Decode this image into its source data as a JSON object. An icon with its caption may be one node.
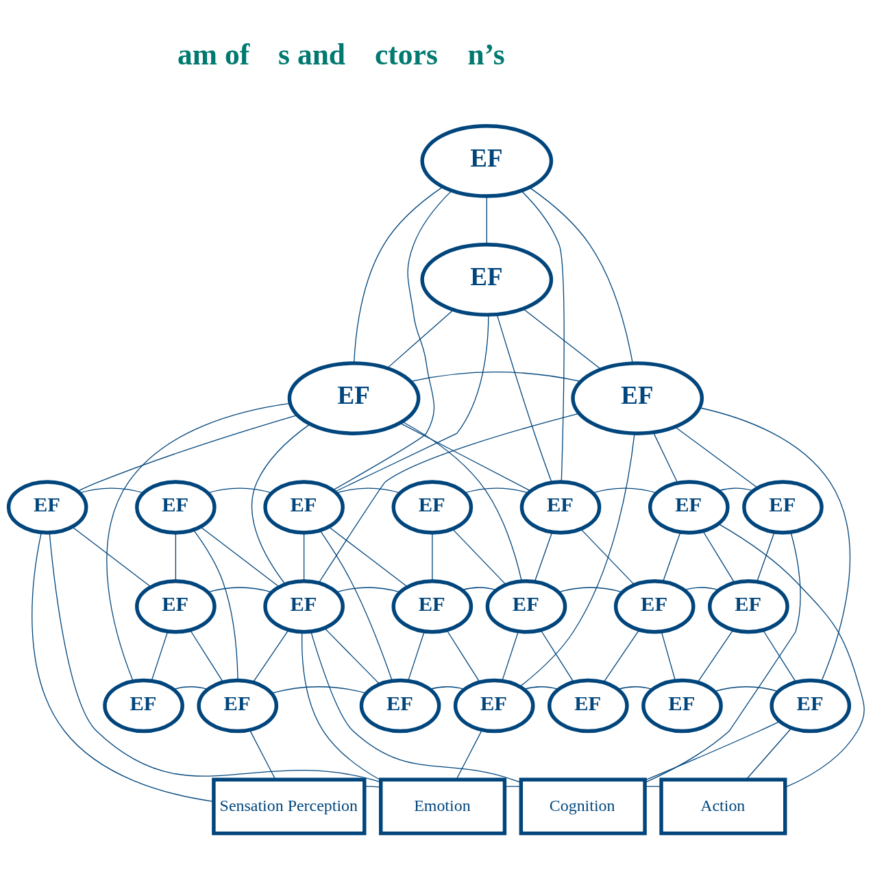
{
  "diagram": {
    "nodes": [
      {
        "text": [
          "EF"
        ]
      },
      {
        "text": [
          "EF"
        ]
      },
      {
        "text": [
          "EF"
        ]
      },
      {
        "text": [
          "EF"
        ]
      },
      {
        "text": [
          "EF"
        ]
      },
      {
        "text": [
          "EF"
        ]
      },
      {
        "text": [
          "EF"
        ]
      },
      {
        "text": [
          "EF"
        ]
      },
      {
        "text": [
          "EF"
        ]
      },
      {
        "text": [
          "EF"
        ]
      },
      {
        "text": [
          "EF"
        ]
      },
      {
        "text": [
          "EF"
        ]
      },
      {
        "text": [
          "EF"
        ]
      },
      {
        "text": [
          "EF"
        ]
      },
      {
        "text": [
          "EF"
        ]
      },
      {
        "text": [
          "EF"
        ]
      },
      {
        "text": [
          "EF"
        ]
      },
      {
        "text": [
          "EF"
        ]
      },
      {
        "text": [
          "EF"
        ]
      },
      {
        "text": [
          "EF"
        ]
      },
      {
        "text": [
          "EF"
        ]
      },
      {
        "text": [
          "EF"
        ]
      },
      {
        "text": [
          "EF"
        ]
      },
      {
        "text": [
          "EF"
        ]
      },
      {
        "text": [
          "Sensation Perception"
        ]
      },
      {
        "text": [
          "Emotion"
        ]
      },
      {
        "text": [
          "Cognition"
        ]
      },
      {
        "text": [
          "Action"
        ]
      }
    ],
    "edges": [
      {
        "from": 0,
        "to": 1,
        "arrow": "none"
      },
      {
        "from": 0,
        "to": 2,
        "arrow": "none"
      },
      {
        "from": 0,
        "to": 3,
        "arrow": "none"
      },
      {
        "from": 0,
        "to": 6,
        "arrow": "none"
      },
      {
        "from": 0,
        "to": 8,
        "arrow": "none"
      },
      {
        "from": 1,
        "to": 2,
        "arrow": "none"
      },
      {
        "from": 1,
        "to": 3,
        "arrow": "none"
      },
      {
        "from": 1,
        "to": 6,
        "arrow": "none"
      },
      {
        "from": 1,
        "to": 8,
        "arrow": "none"
      },
      {
        "from": 2,
        "to": 3,
        "arrow": "none"
      },
      {
        "from": 2,
        "to": 4,
        "arrow": "none"
      },
      {
        "from": 2,
        "to": 17,
        "arrow": "none"
      },
      {
        "from": 2,
        "to": 12,
        "arrow": "none"
      },
      {
        "from": 2,
        "to": 14,
        "arrow": "none"
      },
      {
        "from": 2,
        "to": 8,
        "arrow": "none"
      },
      {
        "from": 3,
        "to": 12,
        "arrow": "none"
      },
      {
        "from": 3,
        "to": 20,
        "arrow": "none"
      },
      {
        "from": 3,
        "to": 9,
        "arrow": "none"
      },
      {
        "from": 3,
        "to": 23,
        "arrow": "none"
      },
      {
        "from": 3,
        "to": 10,
        "arrow": "none"
      },
      {
        "from": 4,
        "to": 5,
        "arrow": "none"
      },
      {
        "from": 5,
        "to": 6,
        "arrow": "none"
      },
      {
        "from": 6,
        "to": 7,
        "arrow": "none"
      },
      {
        "from": 7,
        "to": 8,
        "arrow": "none"
      },
      {
        "from": 8,
        "to": 9,
        "arrow": "none"
      },
      {
        "from": 9,
        "to": 10,
        "arrow": "none"
      },
      {
        "from": 11,
        "to": 12,
        "arrow": "none"
      },
      {
        "from": 12,
        "to": 13,
        "arrow": "none"
      },
      {
        "from": 13,
        "to": 14,
        "arrow": "none"
      },
      {
        "from": 14,
        "to": 15,
        "arrow": "none"
      },
      {
        "from": 15,
        "to": 16,
        "arrow": "none"
      },
      {
        "from": 17,
        "to": 18,
        "arrow": "none"
      },
      {
        "from": 18,
        "to": 19,
        "arrow": "none"
      },
      {
        "from": 19,
        "to": 20,
        "arrow": "none"
      },
      {
        "from": 20,
        "to": 21,
        "arrow": "none"
      },
      {
        "from": 21,
        "to": 22,
        "arrow": "none"
      },
      {
        "from": 22,
        "to": 23,
        "arrow": "none"
      },
      {
        "from": 24,
        "to": 25,
        "arrow": "none"
      },
      {
        "from": 25,
        "to": 26,
        "arrow": "none"
      },
      {
        "from": 26,
        "to": 27,
        "arrow": "none"
      },
      {
        "from": 4,
        "to": 24,
        "arrow": "none"
      },
      {
        "from": 4,
        "to": 25,
        "arrow": "none"
      },
      {
        "from": 4,
        "to": 11,
        "arrow": "none"
      },
      {
        "from": 5,
        "to": 11,
        "arrow": "none"
      },
      {
        "from": 5,
        "to": 18,
        "arrow": "none"
      },
      {
        "from": 5,
        "to": 12,
        "arrow": "none"
      },
      {
        "from": 6,
        "to": 12,
        "arrow": "none"
      },
      {
        "from": 6,
        "to": 19,
        "arrow": "none"
      },
      {
        "from": 6,
        "to": 13,
        "arrow": "none"
      },
      {
        "from": 7,
        "to": 13,
        "arrow": "none"
      },
      {
        "from": 7,
        "to": 14,
        "arrow": "none"
      },
      {
        "from": 8,
        "to": 14,
        "arrow": "none"
      },
      {
        "from": 8,
        "to": 15,
        "arrow": "none"
      },
      {
        "from": 9,
        "to": 15,
        "arrow": "none"
      },
      {
        "from": 9,
        "to": 16,
        "arrow": "none"
      },
      {
        "from": 9,
        "to": 27,
        "arrow": "none"
      },
      {
        "from": 10,
        "to": 16,
        "arrow": "none"
      },
      {
        "from": 10,
        "to": 26,
        "arrow": "none"
      },
      {
        "from": 11,
        "to": 17,
        "arrow": "none"
      },
      {
        "from": 11,
        "to": 18,
        "arrow": "none"
      },
      {
        "from": 12,
        "to": 18,
        "arrow": "none"
      },
      {
        "from": 12,
        "to": 25,
        "arrow": "none"
      },
      {
        "from": 12,
        "to": 26,
        "arrow": "none"
      },
      {
        "from": 12,
        "to": 19,
        "arrow": "none"
      },
      {
        "from": 13,
        "to": 19,
        "arrow": "none"
      },
      {
        "from": 13,
        "to": 20,
        "arrow": "none"
      },
      {
        "from": 14,
        "to": 20,
        "arrow": "none"
      },
      {
        "from": 14,
        "to": 21,
        "arrow": "none"
      },
      {
        "from": 15,
        "to": 21,
        "arrow": "none"
      },
      {
        "from": 15,
        "to": 22,
        "arrow": "none"
      },
      {
        "from": 16,
        "to": 22,
        "arrow": "none"
      },
      {
        "from": 16,
        "to": 23,
        "arrow": "none"
      },
      {
        "from": 18,
        "to": 24,
        "arrow": "none"
      },
      {
        "from": 20,
        "to": 25,
        "arrow": "none"
      },
      {
        "from": 23,
        "to": 26,
        "arrow": "none"
      },
      {
        "from": 23,
        "to": 27,
        "arrow": "none"
      }
    ],
    "labels": [
      "am of",
      "s and",
      "ctors",
      "n’s"
    ]
  }
}
